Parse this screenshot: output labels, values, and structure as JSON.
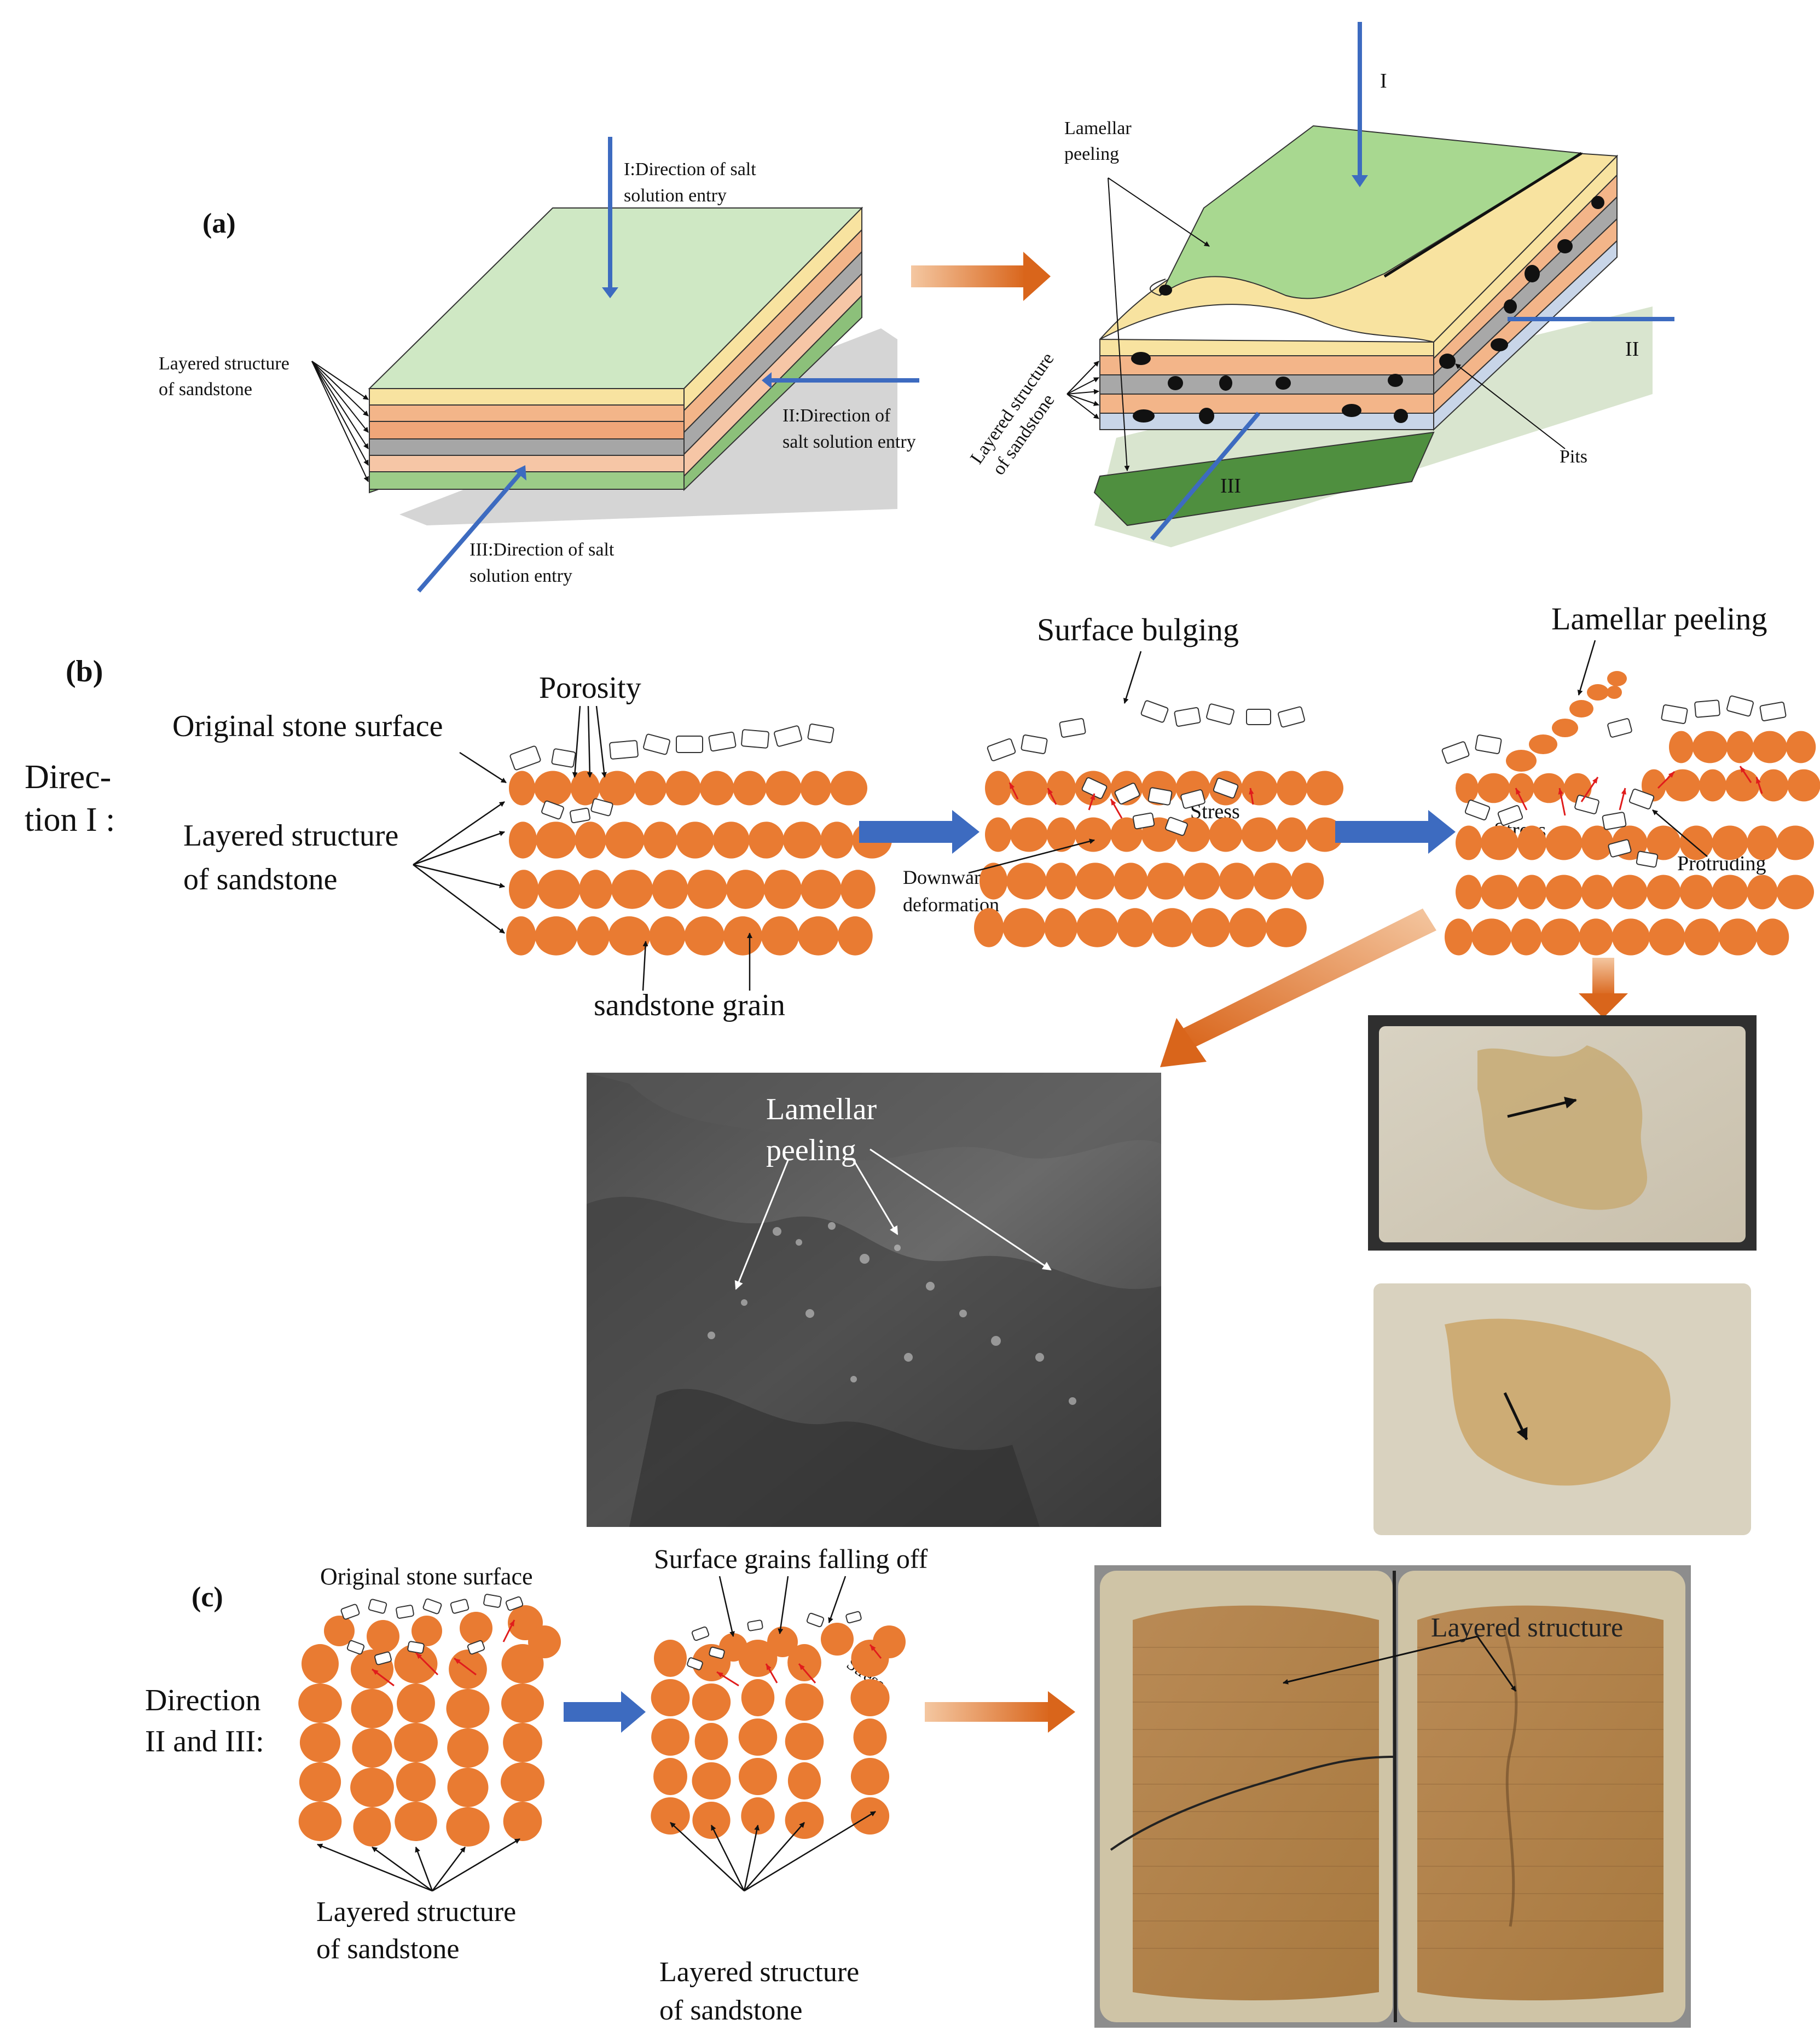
{
  "panel_labels": {
    "a": "(a)",
    "b": "(b)",
    "c": "(c)"
  },
  "panel_a": {
    "left_block": {
      "dir_I": [
        "I:Direction of salt",
        "solution entry"
      ],
      "dir_II": [
        "II:Direction of",
        "salt solution entry"
      ],
      "dir_III": [
        "III:Direction of salt",
        "solution entry"
      ],
      "layered": [
        "Layered structure",
        "of sandstone"
      ]
    },
    "right_block": {
      "lamellar": [
        "Lamellar",
        "peeling"
      ],
      "label_I": "I",
      "label_II": "II",
      "label_III": "III",
      "pits": "Pits",
      "layered": [
        "Layered structure",
        "of sandstone"
      ]
    }
  },
  "panel_b": {
    "direction": [
      "Direc-",
      "tion I :"
    ],
    "original_surface": "Original stone surface",
    "porosity": "Porosity",
    "layered": [
      "Layered structure",
      "of sandstone"
    ],
    "grain": "sandstone grain",
    "surface_bulging": "Surface bulging",
    "stress": "Stress",
    "downward": [
      "Downward",
      "deformation"
    ],
    "lamellar_peeling": "Lamellar peeling",
    "protruding": "Protruding",
    "sem_label": [
      "Lamellar",
      "peeling"
    ]
  },
  "panel_c": {
    "direction": [
      "Direction",
      "II and III:"
    ],
    "original_surface": "Original stone surface",
    "falling_off": "Surface grains falling off",
    "stress": "Stress",
    "layered_left": [
      "Layered structure",
      "of sandstone"
    ],
    "layered_right": [
      "Layered structure",
      "of sandstone"
    ],
    "photo_label": "Layered structure"
  },
  "colors": {
    "grain": "#e97b32",
    "blue_arrow": "#3d6bc0",
    "orange_arrow": "#e07a2c",
    "stress_arrow": "#e01c1c",
    "green_top": "#b5dea0",
    "green_bottom": "#4f8f3f"
  }
}
